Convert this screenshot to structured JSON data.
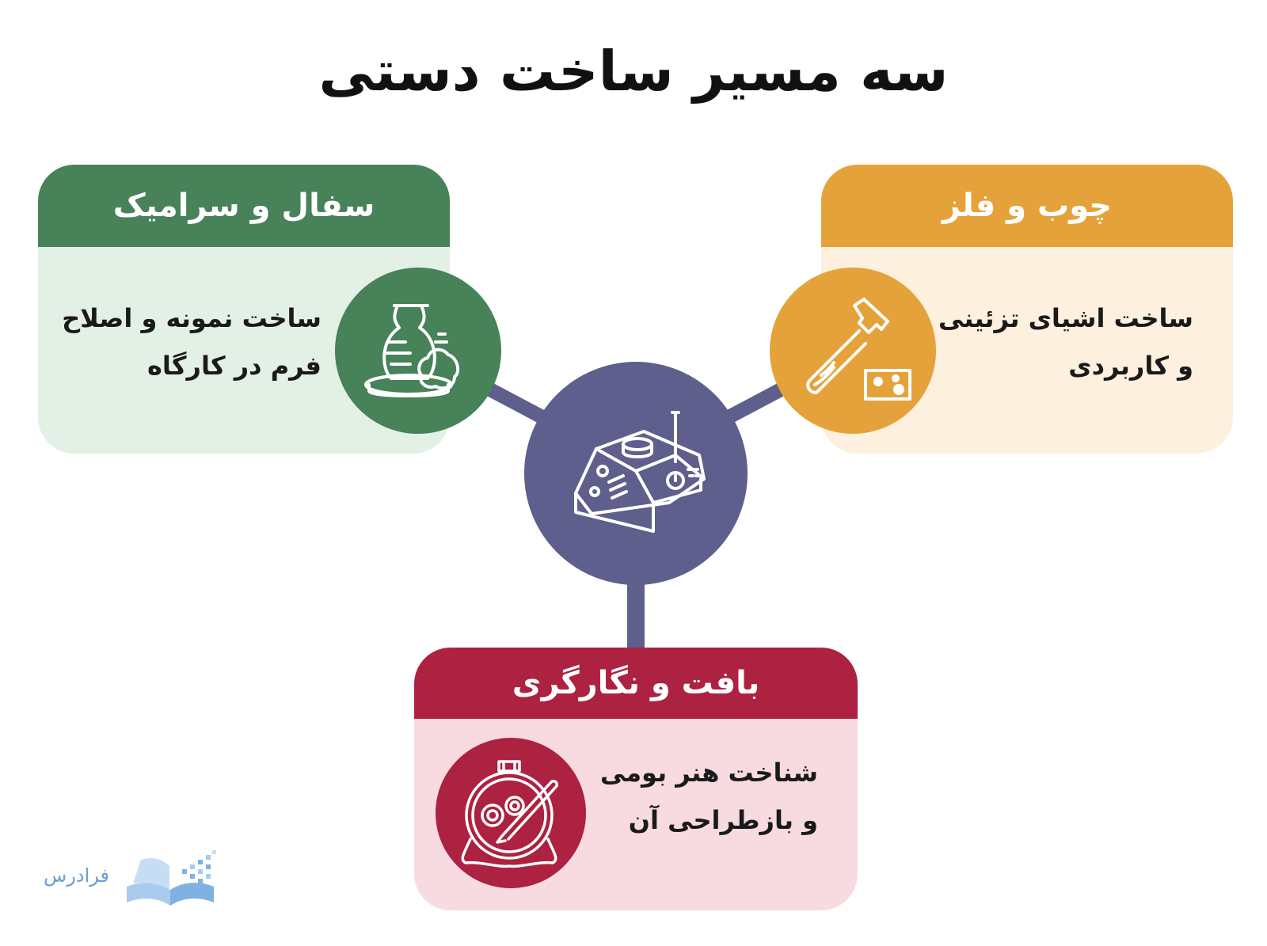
{
  "title": "سه مسیر ساخت دستی",
  "colors": {
    "ceramic": "#478259",
    "wood": "#e6a23a",
    "weaving": "#ad2141",
    "center": "#5e5f8c"
  },
  "cards": {
    "ceramic": {
      "title": "سفال و سرامیک",
      "line1": "ساخت نمونه و اصلاح",
      "line2": "فرم در کارگاه",
      "icon": "pottery-vase-icon"
    },
    "wood": {
      "title": "چوب و فلز",
      "line1": "ساخت اشیای تزئینی",
      "line2": "و کاربردی",
      "icon": "hammer-icon"
    },
    "weaving": {
      "title": "بافت و نگارگری",
      "line1": "شناخت هنر بومی",
      "line2": "و بازطراحی آن",
      "icon": "embroidery-hoop-icon"
    }
  },
  "center_icon": "sewing-machine-icon",
  "logo": {
    "text": "فرادرس"
  }
}
